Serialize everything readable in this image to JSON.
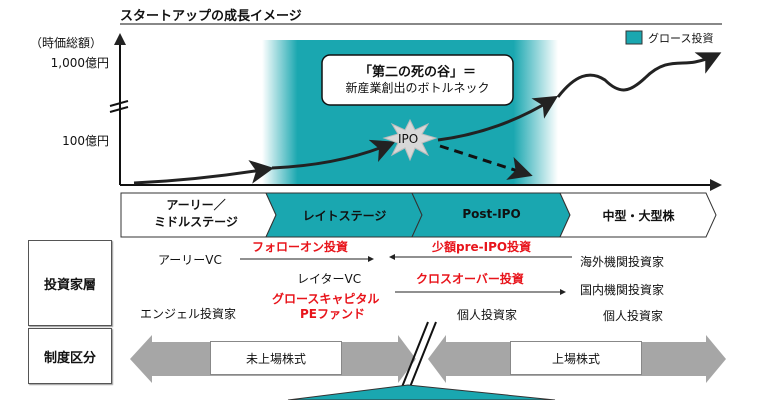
{
  "title": "スタートアップの成長イメージ",
  "chart": {
    "y_axis_label": "（時価総額）",
    "y_ticks": [
      "1,000億円",
      "100億円"
    ],
    "legend": "グロース投資",
    "callout_line1": "「第二の死の谷」＝",
    "callout_line2": "新産業創出のボトルネック",
    "ipo_label": "IPO"
  },
  "stages": [
    "アーリー／\nミドルステージ",
    "レイトステージ",
    "Post-IPO",
    "中型・大型株"
  ],
  "stage_lines": {
    "s1a": "アーリー／",
    "s1b": "ミドルステージ"
  },
  "row_labels": {
    "investors": "投資家層",
    "system": "制度区分"
  },
  "investors": {
    "early_vc": "アーリーVC",
    "follow_on": "フォローオン投資",
    "pre_ipo": "少額pre-IPO投資",
    "foreign_inst": "海外機関投資家",
    "later_vc": "レイターVC",
    "crossover": "クロスオーバー投資",
    "growth_capital": "グロースキャピタル",
    "domestic_inst": "国内機関投資家",
    "angel": "エンジェル投資家",
    "pe_fund": "PEファンド",
    "individual_1": "個人投資家",
    "individual_2": "個人投資家"
  },
  "system": {
    "unlisted": "未上場株式",
    "listed": "上場株式"
  },
  "colors": {
    "teal": "#1aa7b0",
    "red": "#e8141b",
    "gray": "#a6a6a6"
  }
}
